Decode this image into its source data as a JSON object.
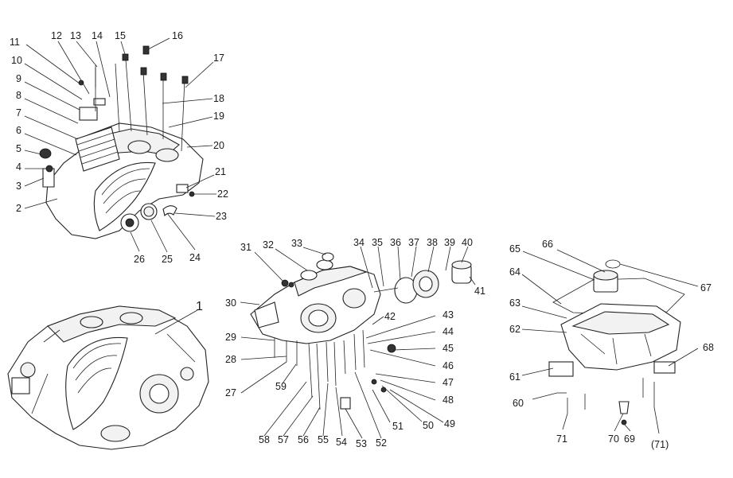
{
  "diagram": {
    "callouts": [
      {
        "id": "c11",
        "text": "11"
      },
      {
        "id": "c12",
        "text": "12"
      },
      {
        "id": "c13",
        "text": "13"
      },
      {
        "id": "c14",
        "text": "14"
      },
      {
        "id": "c15",
        "text": "15"
      },
      {
        "id": "c16",
        "text": "16"
      },
      {
        "id": "c17",
        "text": "17"
      },
      {
        "id": "c10",
        "text": "10"
      },
      {
        "id": "c9",
        "text": "9"
      },
      {
        "id": "c18",
        "text": "18"
      },
      {
        "id": "c8",
        "text": "8"
      },
      {
        "id": "c19",
        "text": "19"
      },
      {
        "id": "c7",
        "text": "7"
      },
      {
        "id": "c6",
        "text": "6"
      },
      {
        "id": "c20",
        "text": "20"
      },
      {
        "id": "c5",
        "text": "5"
      },
      {
        "id": "c4",
        "text": "4"
      },
      {
        "id": "c21",
        "text": "21"
      },
      {
        "id": "c3",
        "text": "3"
      },
      {
        "id": "c22",
        "text": "22"
      },
      {
        "id": "c2",
        "text": "2"
      },
      {
        "id": "c23",
        "text": "23"
      },
      {
        "id": "c26",
        "text": "26"
      },
      {
        "id": "c25",
        "text": "25"
      },
      {
        "id": "c24",
        "text": "24"
      },
      {
        "id": "c1",
        "text": "1"
      },
      {
        "id": "c31",
        "text": "31"
      },
      {
        "id": "c32",
        "text": "32"
      },
      {
        "id": "c33",
        "text": "33"
      },
      {
        "id": "c34",
        "text": "34"
      },
      {
        "id": "c35",
        "text": "35"
      },
      {
        "id": "c36",
        "text": "36"
      },
      {
        "id": "c37",
        "text": "37"
      },
      {
        "id": "c38",
        "text": "38"
      },
      {
        "id": "c39",
        "text": "39"
      },
      {
        "id": "c40",
        "text": "40"
      },
      {
        "id": "c41",
        "text": "41"
      },
      {
        "id": "c30",
        "text": "30"
      },
      {
        "id": "c42",
        "text": "42"
      },
      {
        "id": "c43",
        "text": "43"
      },
      {
        "id": "c44",
        "text": "44"
      },
      {
        "id": "c29",
        "text": "29"
      },
      {
        "id": "c45",
        "text": "45"
      },
      {
        "id": "c28",
        "text": "28"
      },
      {
        "id": "c46",
        "text": "46"
      },
      {
        "id": "c59",
        "text": "59"
      },
      {
        "id": "c47",
        "text": "47"
      },
      {
        "id": "c27",
        "text": "27"
      },
      {
        "id": "c48",
        "text": "48"
      },
      {
        "id": "c51",
        "text": "51"
      },
      {
        "id": "c50",
        "text": "50"
      },
      {
        "id": "c49",
        "text": "49"
      },
      {
        "id": "c58",
        "text": "58"
      },
      {
        "id": "c57",
        "text": "57"
      },
      {
        "id": "c56",
        "text": "56"
      },
      {
        "id": "c55",
        "text": "55"
      },
      {
        "id": "c54",
        "text": "54"
      },
      {
        "id": "c53",
        "text": "53"
      },
      {
        "id": "c52",
        "text": "52"
      },
      {
        "id": "c65",
        "text": "65"
      },
      {
        "id": "c66",
        "text": "66"
      },
      {
        "id": "c64",
        "text": "64"
      },
      {
        "id": "c67",
        "text": "67"
      },
      {
        "id": "c63",
        "text": "63"
      },
      {
        "id": "c62",
        "text": "62"
      },
      {
        "id": "c68",
        "text": "68"
      },
      {
        "id": "c61",
        "text": "61"
      },
      {
        "id": "c60",
        "text": "60"
      },
      {
        "id": "c71",
        "text": "71"
      },
      {
        "id": "c70",
        "text": "70"
      },
      {
        "id": "c69",
        "text": "69"
      },
      {
        "id": "c71b",
        "text": "(71)"
      }
    ]
  }
}
